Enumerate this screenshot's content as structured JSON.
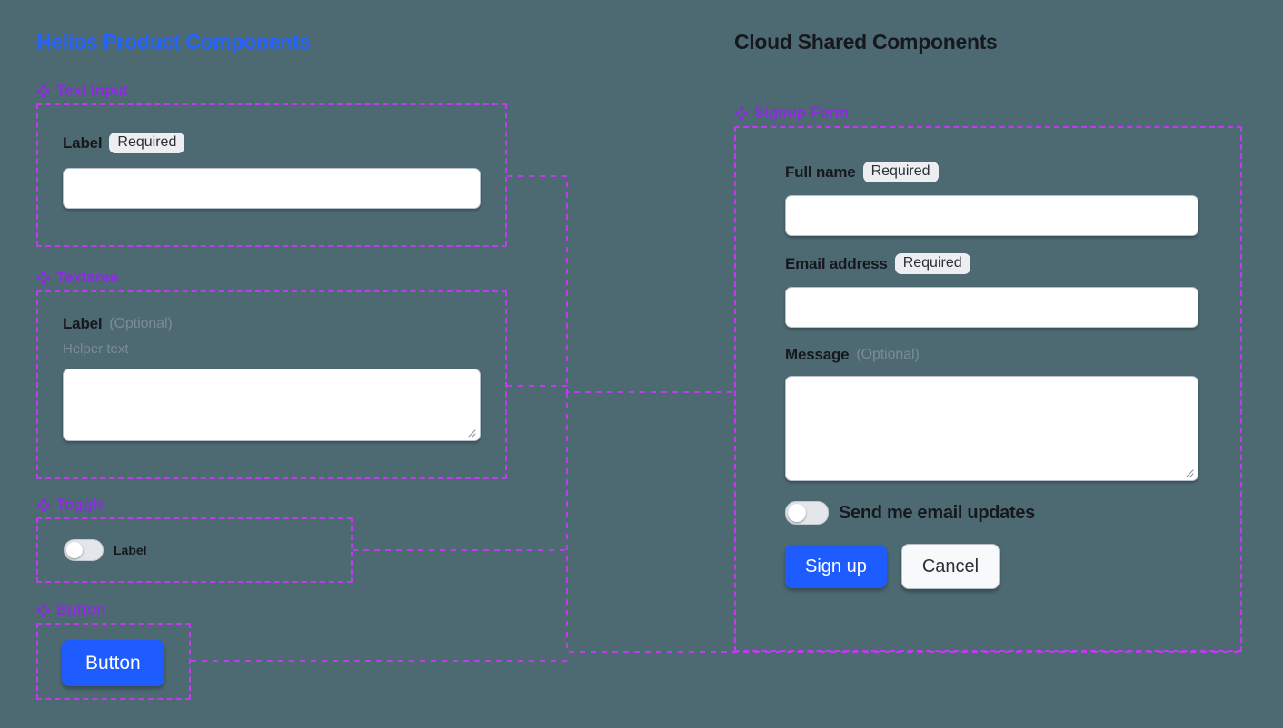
{
  "background_color": "#4d6a73",
  "accent": {
    "primary_blue": "#2563ff",
    "frame_purple": "#c03af0",
    "section_label_purple": "#8b2ce0",
    "badge_background": "#eceef2",
    "muted_text": "#7b8c93"
  },
  "left_panel": {
    "title": "Helios Product Components",
    "sections": [
      {
        "icon": "component-diamond-icon",
        "label": "Text Input",
        "field": {
          "label": "Label",
          "badge": "Required",
          "input_value": "",
          "input_placeholder": ""
        }
      },
      {
        "icon": "component-diamond-icon",
        "label": "Textarea",
        "field": {
          "label": "Label",
          "optional_tag": "(Optional)",
          "helper_text": "Helper text",
          "textarea_value": "",
          "textarea_placeholder": ""
        }
      },
      {
        "icon": "component-diamond-icon",
        "label": "Toggle",
        "field": {
          "toggle_label": "Label",
          "toggle_state": "off"
        }
      },
      {
        "icon": "component-diamond-icon",
        "label": "Button",
        "field": {
          "button_label": "Button"
        }
      }
    ]
  },
  "right_panel": {
    "title": "Cloud Shared Components",
    "section": {
      "icon": "component-diamond-icon",
      "label": "Signup Form"
    },
    "form": {
      "full_name": {
        "label": "Full name",
        "badge": "Required",
        "value": "",
        "placeholder": ""
      },
      "email": {
        "label": "Email address",
        "badge": "Required",
        "value": "",
        "placeholder": ""
      },
      "message": {
        "label": "Message",
        "optional_tag": "(Optional)",
        "value": "",
        "placeholder": ""
      },
      "newsletter_toggle": {
        "label": "Send me email updates",
        "state": "off"
      },
      "submit_label": "Sign up",
      "cancel_label": "Cancel"
    }
  }
}
